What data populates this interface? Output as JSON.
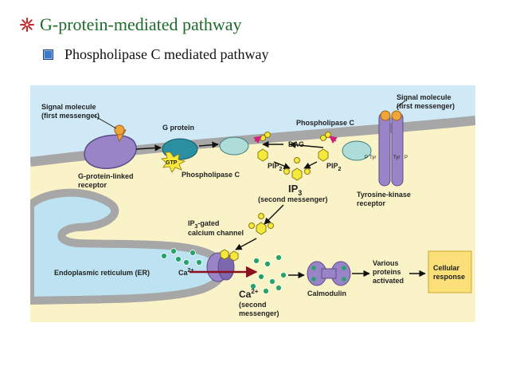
{
  "slide": {
    "title": "G-protein-mediated pathway",
    "subtitle": "Phospholipase C mediated pathway"
  },
  "diagram": {
    "signal_molecule_left": [
      "Signal molecule",
      "(first messenger)"
    ],
    "signal_molecule_right": [
      "Signal molecule",
      "(first messenger)"
    ],
    "g_protein_label": "G protein",
    "gtp_label": "GTP",
    "gpcr_label": [
      "G-protein-linked",
      "receptor"
    ],
    "plc_label_left": "Phospholipase C",
    "plc_label_right": "Phospholipase C",
    "dag_label": "DAG",
    "pip2_left": "PIP",
    "pip2_right": "PIP",
    "pip2_sub": "2",
    "ip3_label": "IP",
    "ip3_sub": "3",
    "second_messenger_label": "(second messenger)",
    "rtk_label": [
      "Tyrosine-kinase",
      "receptor"
    ],
    "p_tyr_labels": [
      "P",
      "Tyr",
      "Tyr",
      "P"
    ],
    "ip3_channel_label_line1_prefix": "IP",
    "ip3_channel_label_line1_sub": "3",
    "ip3_channel_label_line1_suffix": "-gated",
    "ip3_channel_label_line2": "calcium channel",
    "er_label": "Endoplasmic reticulum (ER)",
    "ca_er_label": "Ca",
    "ca_er_sup": "2+",
    "ca_big_label": "Ca",
    "ca_big_sup": "2+",
    "ca_second_messenger": [
      "(second",
      "messenger)"
    ],
    "calmodulin_label": "Calmodulin",
    "various_proteins_label": [
      "Various",
      "proteins",
      "activated"
    ],
    "cellular_response_label": [
      "Cellular",
      "response"
    ],
    "colors": {
      "extracellular": "#cfe9f6",
      "cytoplasm": "#fbf3c8",
      "membrane": "#a7a7a7",
      "er": "#bde3f2",
      "receptor": "#9a84c8",
      "g_protein": "#2a8fa0",
      "plc": "#aeddd9",
      "messenger_yellow": "#f5ea3b",
      "calcium_green": "#26a36a",
      "response_box": "#fbe07a"
    }
  }
}
